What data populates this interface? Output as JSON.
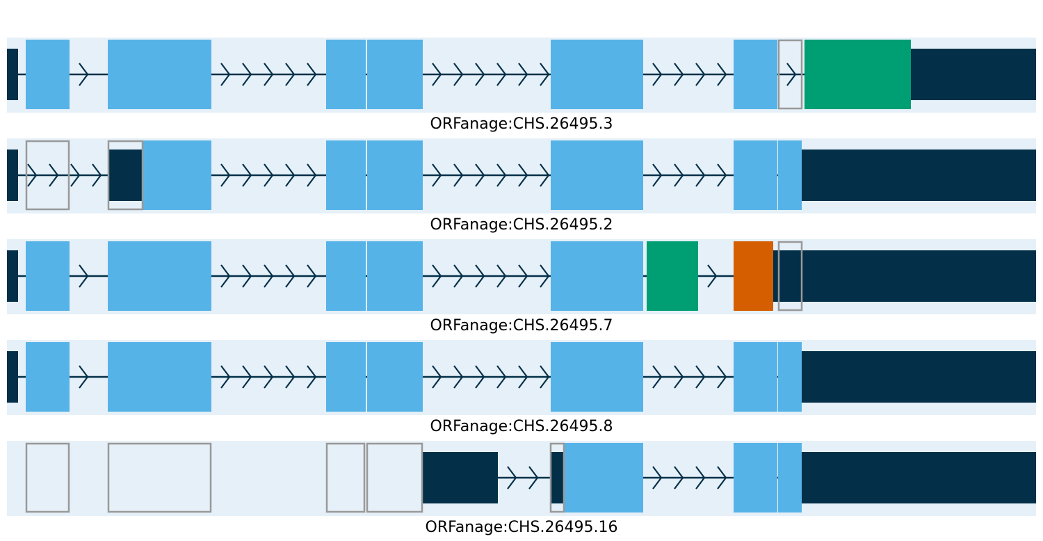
{
  "colors": {
    "background": "#e6f0f8",
    "cds": "#56b3e8",
    "utr": "#033048",
    "intron": "#033048",
    "added": "#009e73",
    "changed": "#d55e00",
    "removed_outline": "#999999"
  },
  "tracks": [
    {
      "label": "ORFanage:CHS.26495.3",
      "blocks": [
        {
          "kind": "utr",
          "start": 10,
          "end": 26
        },
        {
          "kind": "cds",
          "start": 37,
          "end": 100
        },
        {
          "kind": "cds",
          "start": 155,
          "end": 304
        },
        {
          "kind": "cds",
          "start": 469,
          "end": 526
        },
        {
          "kind": "cds",
          "start": 528,
          "end": 608
        },
        {
          "kind": "cds",
          "start": 792,
          "end": 925
        },
        {
          "kind": "cds",
          "start": 1055,
          "end": 1118
        },
        {
          "kind": "removed",
          "start": 1120,
          "end": 1153
        },
        {
          "kind": "added",
          "start": 1157,
          "end": 1310
        },
        {
          "kind": "utr",
          "start": 1310,
          "end": 1490
        }
      ]
    },
    {
      "label": "ORFanage:CHS.26495.2",
      "blocks": [
        {
          "kind": "utr",
          "start": 10,
          "end": 26
        },
        {
          "kind": "removed",
          "start": 38,
          "end": 99
        },
        {
          "kind": "utr",
          "start": 156,
          "end": 205
        },
        {
          "kind": "removed",
          "start": 156,
          "end": 205
        },
        {
          "kind": "cds",
          "start": 205,
          "end": 304
        },
        {
          "kind": "cds",
          "start": 469,
          "end": 526
        },
        {
          "kind": "cds",
          "start": 528,
          "end": 608
        },
        {
          "kind": "cds",
          "start": 792,
          "end": 925
        },
        {
          "kind": "cds",
          "start": 1055,
          "end": 1118
        },
        {
          "kind": "cds",
          "start": 1119,
          "end": 1153
        },
        {
          "kind": "utr",
          "start": 1153,
          "end": 1490
        }
      ]
    },
    {
      "label": "ORFanage:CHS.26495.7",
      "blocks": [
        {
          "kind": "utr",
          "start": 10,
          "end": 26
        },
        {
          "kind": "cds",
          "start": 37,
          "end": 100
        },
        {
          "kind": "cds",
          "start": 155,
          "end": 304
        },
        {
          "kind": "cds",
          "start": 469,
          "end": 526
        },
        {
          "kind": "cds",
          "start": 528,
          "end": 608
        },
        {
          "kind": "cds",
          "start": 792,
          "end": 925
        },
        {
          "kind": "added",
          "start": 930,
          "end": 1004
        },
        {
          "kind": "changed",
          "start": 1055,
          "end": 1112
        },
        {
          "kind": "utr",
          "start": 1112,
          "end": 1490
        },
        {
          "kind": "removed",
          "start": 1120,
          "end": 1153
        }
      ]
    },
    {
      "label": "ORFanage:CHS.26495.8",
      "blocks": [
        {
          "kind": "utr",
          "start": 10,
          "end": 26
        },
        {
          "kind": "cds",
          "start": 37,
          "end": 100
        },
        {
          "kind": "cds",
          "start": 155,
          "end": 304
        },
        {
          "kind": "cds",
          "start": 469,
          "end": 526
        },
        {
          "kind": "cds",
          "start": 528,
          "end": 608
        },
        {
          "kind": "cds",
          "start": 792,
          "end": 925
        },
        {
          "kind": "cds",
          "start": 1055,
          "end": 1118
        },
        {
          "kind": "cds",
          "start": 1119,
          "end": 1153
        },
        {
          "kind": "utr",
          "start": 1153,
          "end": 1490
        }
      ]
    },
    {
      "label": "ORFanage:CHS.26495.16",
      "blocks": [
        {
          "kind": "removed",
          "start": 38,
          "end": 99
        },
        {
          "kind": "removed",
          "start": 156,
          "end": 303
        },
        {
          "kind": "removed",
          "start": 470,
          "end": 524
        },
        {
          "kind": "removed",
          "start": 528,
          "end": 607
        },
        {
          "kind": "utr",
          "start": 608,
          "end": 716
        },
        {
          "kind": "removed",
          "start": 792,
          "end": 811
        },
        {
          "kind": "utr",
          "start": 792,
          "end": 811
        },
        {
          "kind": "cds",
          "start": 811,
          "end": 925
        },
        {
          "kind": "cds",
          "start": 1055,
          "end": 1118
        },
        {
          "kind": "cds",
          "start": 1119,
          "end": 1153
        },
        {
          "kind": "utr",
          "start": 1153,
          "end": 1490
        }
      ],
      "intron_start": 716
    }
  ]
}
